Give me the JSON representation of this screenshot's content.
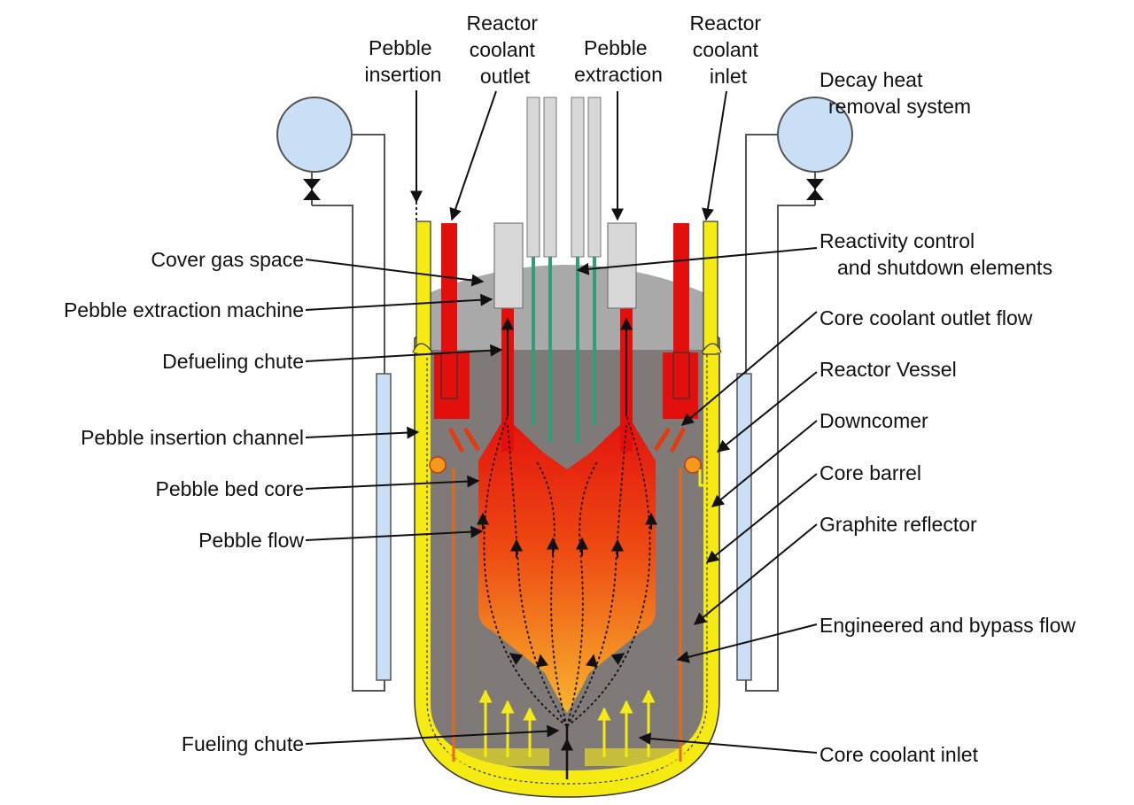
{
  "top_labels": [
    {
      "id": "pebble-insertion",
      "lines": [
        "Pebble",
        "insertion"
      ]
    },
    {
      "id": "reactor-coolant-outlet",
      "lines": [
        "Reactor",
        "coolant",
        "outlet"
      ]
    },
    {
      "id": "pebble-extraction",
      "lines": [
        "Pebble",
        "extraction"
      ]
    },
    {
      "id": "reactor-coolant-inlet",
      "lines": [
        "Reactor",
        "coolant",
        "inlet"
      ]
    },
    {
      "id": "decay-heat-removal-system",
      "lines": [
        "Decay heat",
        "removal system"
      ]
    }
  ],
  "left_labels": [
    {
      "id": "cover-gas-space",
      "text": "Cover gas space"
    },
    {
      "id": "pebble-extraction-machine",
      "text": "Pebble extraction machine"
    },
    {
      "id": "defueling-chute",
      "text": "Defueling chute"
    },
    {
      "id": "pebble-insertion-channel",
      "text": "Pebble insertion channel"
    },
    {
      "id": "pebble-bed-core",
      "text": "Pebble bed core"
    },
    {
      "id": "pebble-flow",
      "text": "Pebble flow"
    },
    {
      "id": "fueling-chute",
      "text": "Fueling chute"
    }
  ],
  "right_labels": [
    {
      "id": "reactivity-control",
      "lines": [
        "Reactivity control",
        "and shutdown elements"
      ]
    },
    {
      "id": "core-coolant-outlet-flow",
      "lines": [
        "Core coolant outlet flow"
      ]
    },
    {
      "id": "reactor-vessel",
      "lines": [
        "Reactor Vessel"
      ]
    },
    {
      "id": "downcomer",
      "lines": [
        "Downcomer"
      ]
    },
    {
      "id": "core-barrel",
      "lines": [
        "Core barrel"
      ]
    },
    {
      "id": "graphite-reflector",
      "lines": [
        "Graphite reflector"
      ]
    },
    {
      "id": "engineered-bypass-flow",
      "lines": [
        "Engineered and bypass flow"
      ]
    },
    {
      "id": "core-coolant-inlet",
      "lines": [
        "Core coolant inlet"
      ]
    }
  ],
  "colors": {
    "vessel_yellow": "#f5ea12",
    "graphite": "#7f7a78",
    "cover_gas": "#a9a9a9",
    "coolant_red": "#e20f0c",
    "core_top": "#e8180e",
    "core_bottom": "#f7b52c",
    "heat_exchanger": "#c9dff5",
    "control_rod": "#2e9f7a"
  }
}
